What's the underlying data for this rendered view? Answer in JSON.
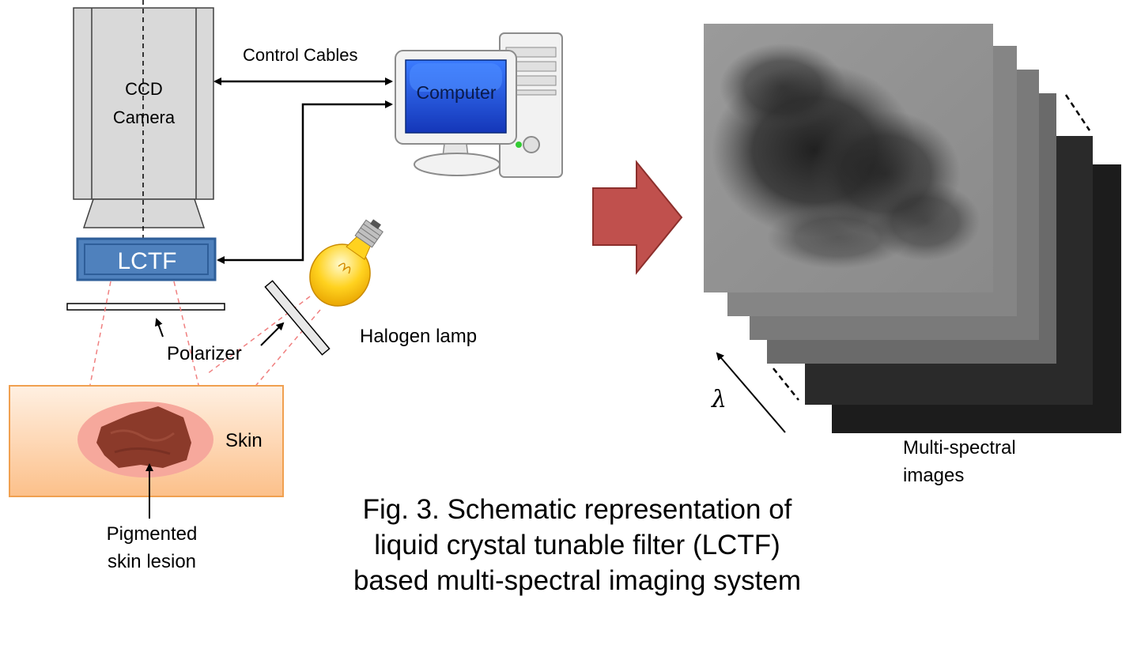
{
  "labels": {
    "ccd_line1": "CCD",
    "ccd_line2": "Camera",
    "lctf": "LCTF",
    "control_cables": "Control Cables",
    "computer": "Computer",
    "halogen_lamp": "Halogen lamp",
    "polarizer": "Polarizer",
    "skin": "Skin",
    "lesion_line1": "Pigmented",
    "lesion_line2": "skin lesion",
    "multispectral_line1": "Multi-spectral",
    "multispectral_line2": "images",
    "lambda": "λ"
  },
  "caption": {
    "line1": "Fig. 3. Schematic representation of",
    "line2": "liquid crystal tunable filter (LCTF)",
    "line3": "based multi-spectral imaging system"
  },
  "colors": {
    "camera_body": "#d9d9d9",
    "lctf_fill": "#4f81bd",
    "lctf_border": "#2e5e99",
    "screen_blue": "#1f4fc9",
    "arrow_red": "#c0504d",
    "skin_fill": "#fdd5b0",
    "skin_border": "#f4a460",
    "lesion_halo": "#f6a89c",
    "lesion": "#8b3a2a",
    "beam_dashed": "#f08080",
    "bulb_yellow": "#ffd21f"
  },
  "icons": [
    "camera-icon",
    "computer-icon",
    "halogen-bulb-icon",
    "right-arrow-icon"
  ]
}
